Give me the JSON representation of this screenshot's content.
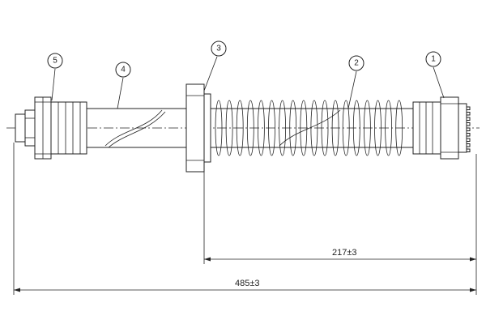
{
  "callouts": [
    {
      "id": "c1",
      "label": "1"
    },
    {
      "id": "c2",
      "label": "2"
    },
    {
      "id": "c3",
      "label": "3"
    },
    {
      "id": "c4",
      "label": "4"
    },
    {
      "id": "c5",
      "label": "5"
    }
  ],
  "dimensions": {
    "spring_length": "217±3",
    "overall_length": "485±3"
  }
}
